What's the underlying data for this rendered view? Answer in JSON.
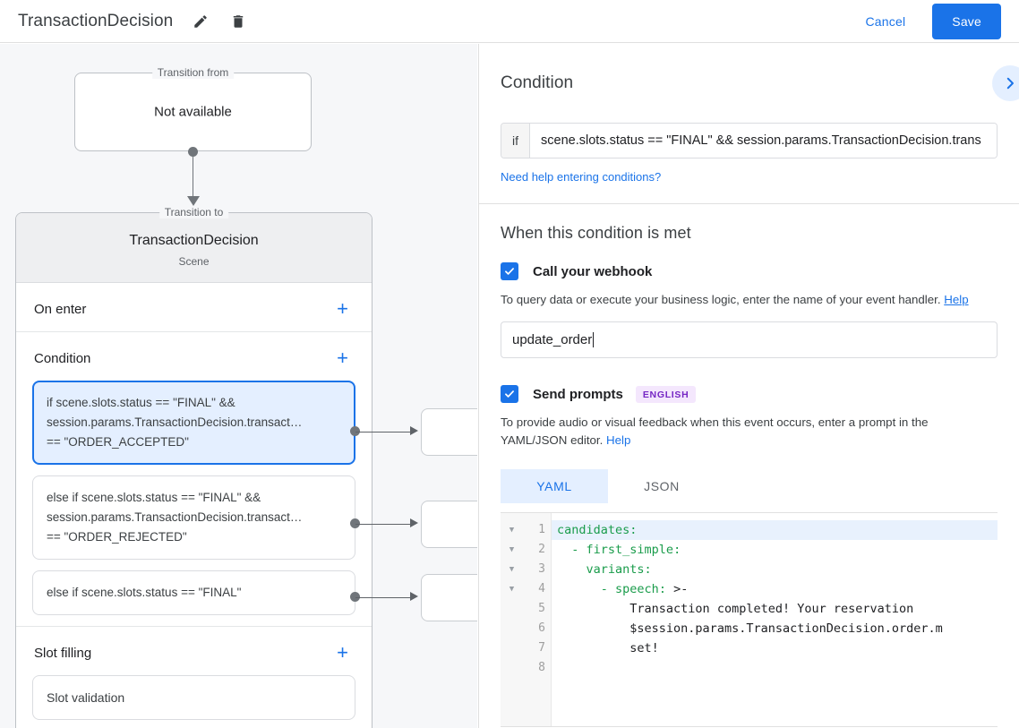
{
  "topbar": {
    "title": "TransactionDecision",
    "edit_icon": "pencil-icon",
    "delete_icon": "trash-icon",
    "cancel_label": "Cancel",
    "save_label": "Save",
    "accent_color": "#1a73e8"
  },
  "graph": {
    "transition_from": {
      "legend": "Transition from",
      "value": "Not available"
    },
    "transition_to": {
      "legend": "Transition to",
      "scene_name": "TransactionDecision",
      "scene_type": "Scene"
    },
    "sections": [
      {
        "title": "On enter",
        "add_label": "+"
      },
      {
        "title": "Condition",
        "add_label": "+"
      },
      {
        "title": "Slot filling",
        "add_label": "+"
      }
    ],
    "conditions": [
      {
        "selected": true,
        "line1": "if scene.slots.status == \"FINAL\" &&",
        "line2": "session.params.TransactionDecision.transact…",
        "line3": "== \"ORDER_ACCEPTED\""
      },
      {
        "selected": false,
        "line1": "else if scene.slots.status == \"FINAL\" &&",
        "line2": "session.params.TransactionDecision.transact…",
        "line3": "== \"ORDER_REJECTED\""
      },
      {
        "selected": false,
        "line1": "else if scene.slots.status == \"FINAL\"",
        "line2": "",
        "line3": ""
      }
    ],
    "slot_filling": {
      "item": "Slot validation"
    }
  },
  "details": {
    "condition": {
      "title": "Condition",
      "expand_icon": "chevron-right-icon",
      "prefix": "if",
      "value": "scene.slots.status == \"FINAL\" && session.params.TransactionDecision.trans",
      "placeholder": "Enter a condition",
      "help_link": "Need help entering conditions?"
    },
    "when_met": {
      "title": "When this condition is met",
      "webhook": {
        "checked": true,
        "label": "Call your webhook",
        "helper_prefix": "To query data or execute your business logic, enter the name of your event handler. ",
        "helper_link": "Help",
        "value": "update_order",
        "placeholder": "Enter event handler name"
      },
      "prompts": {
        "checked": true,
        "label": "Send prompts",
        "badge": "ENGLISH",
        "badge_bg": "#f4e7fd",
        "badge_color": "#7627c4",
        "helper_prefix": "To provide audio or visual feedback when this event occurs, enter a prompt in the YAML/JSON editor. ",
        "helper_link": "Help"
      },
      "editor_tabs": [
        {
          "label": "YAML",
          "active": true
        },
        {
          "label": "JSON",
          "active": false
        }
      ],
      "editor": {
        "active_line": 1,
        "lines": [
          {
            "n": "1",
            "fold": true,
            "key": "candidates",
            "punct": ":",
            "indent": "",
            "dash": "",
            "rest": ""
          },
          {
            "n": "2",
            "fold": true,
            "key": "first_simple",
            "punct": ":",
            "indent": "  ",
            "dash": "- ",
            "rest": ""
          },
          {
            "n": "3",
            "fold": true,
            "key": "variants",
            "punct": ":",
            "indent": "    ",
            "dash": "",
            "rest": ""
          },
          {
            "n": "4",
            "fold": true,
            "key": "speech",
            "punct": ":",
            "indent": "      ",
            "dash": "- ",
            "rest": " >-"
          },
          {
            "n": "5",
            "fold": false,
            "key": "",
            "punct": "",
            "indent": "          ",
            "dash": "",
            "rest": "Transaction completed! Your reservation"
          },
          {
            "n": "6",
            "fold": false,
            "key": "",
            "punct": "",
            "indent": "          ",
            "dash": "",
            "rest": "$session.params.TransactionDecision.order.m"
          },
          {
            "n": "7",
            "fold": false,
            "key": "",
            "punct": "",
            "indent": "          ",
            "dash": "",
            "rest": "set!"
          },
          {
            "n": "8",
            "fold": false,
            "key": "",
            "punct": "",
            "indent": "",
            "dash": "",
            "rest": ""
          }
        ]
      }
    }
  }
}
